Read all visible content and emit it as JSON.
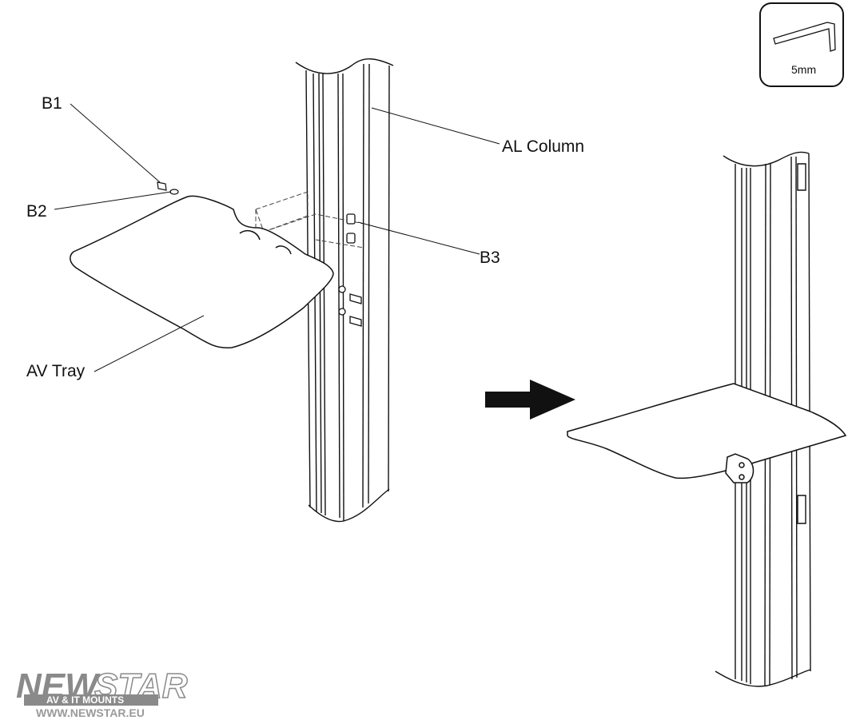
{
  "labels": {
    "b1": "B1",
    "b2": "B2",
    "b3": "B3",
    "al_column": "AL Column",
    "av_tray": "AV Tray"
  },
  "tool": {
    "size": "5mm",
    "icon": "hex-key-icon"
  },
  "logo": {
    "brand_left": "NEW",
    "brand_right": "STAR",
    "tagline": "AV & IT MOUNTS",
    "url": "WWW.NEWSTAR.EU"
  },
  "arrow": {
    "icon": "right-arrow-icon"
  }
}
